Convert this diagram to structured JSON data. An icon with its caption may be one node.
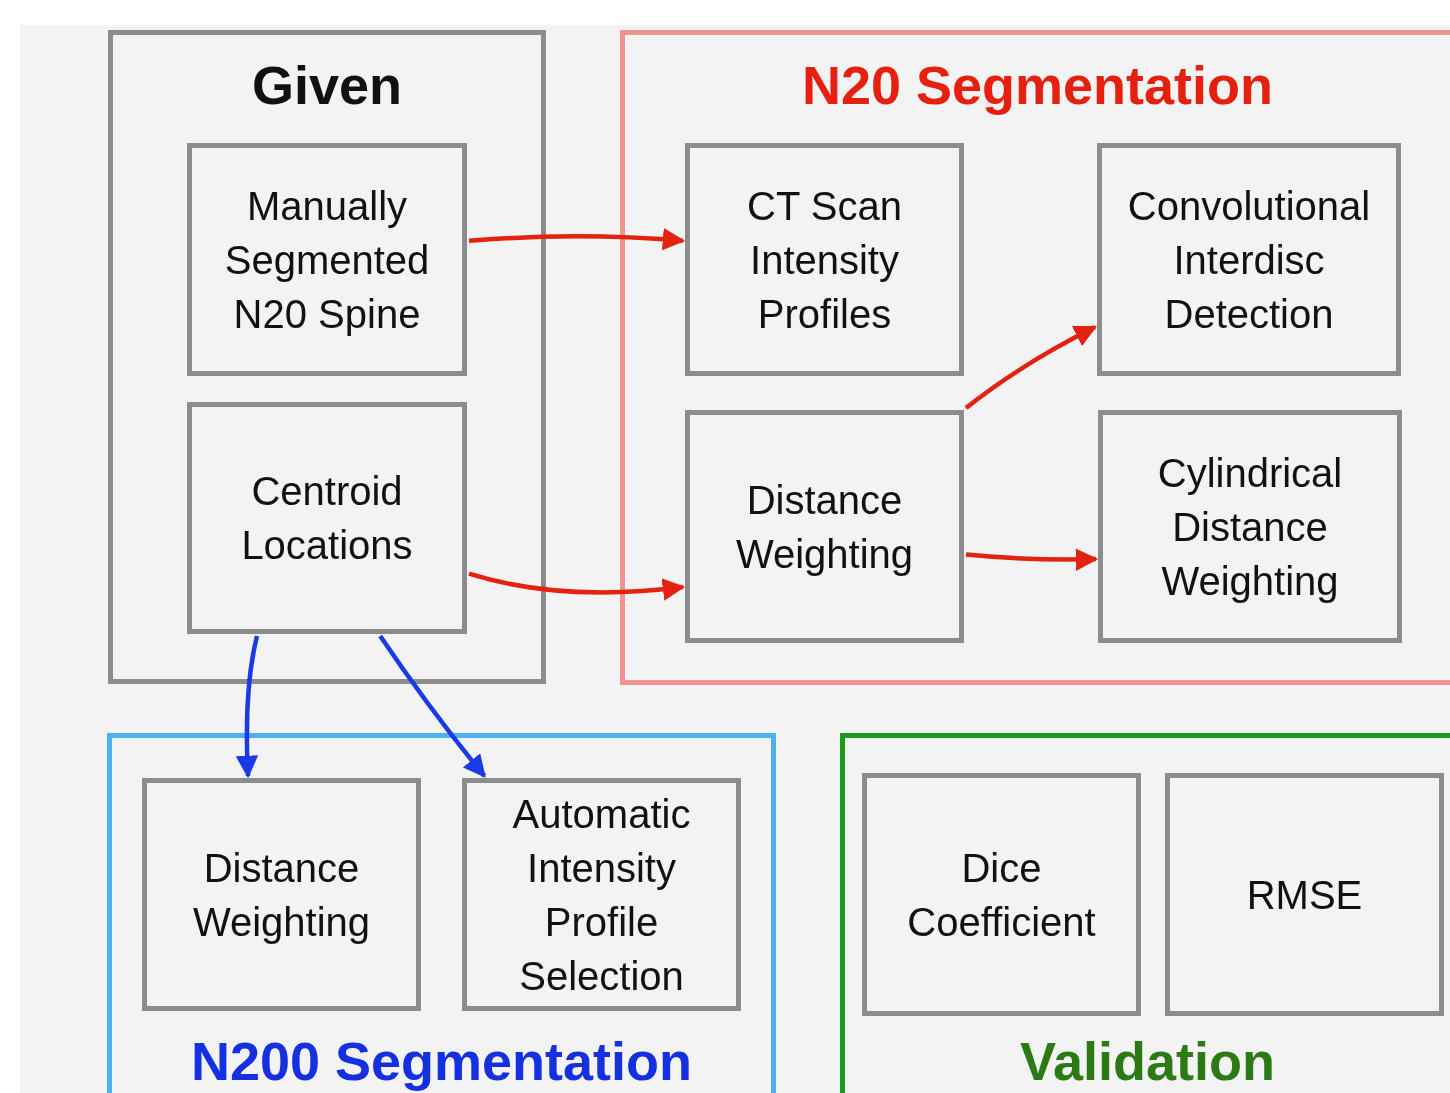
{
  "diagram": {
    "nodes": [
      {
        "text": [
          "Given"
        ]
      },
      {
        "text": [
          "Manually Segmented N20 Spine"
        ],
        "in": 0
      },
      {
        "text": [
          "Centroid Locations"
        ],
        "in": 0
      },
      {
        "text": [
          "N20 Segmentation"
        ]
      },
      {
        "text": [
          "CT Scan Intensity Profiles"
        ],
        "in": 3
      },
      {
        "text": [
          "Convolutional Interdisc Detection"
        ],
        "in": 3
      },
      {
        "text": [
          "Distance Weighting"
        ],
        "in": 3
      },
      {
        "text": [
          "Cylindrical Distance Weighting"
        ],
        "in": 3
      },
      {
        "text": [
          "N200 Segmentation"
        ]
      },
      {
        "text": [
          "Distance Weighting"
        ],
        "in": 8
      },
      {
        "text": [
          "Automatic Intensity Profile Selection"
        ],
        "in": 8
      },
      {
        "text": [
          "Validation"
        ]
      },
      {
        "text": [
          "Dice Coefficient"
        ],
        "in": 11
      },
      {
        "text": [
          "RMSE"
        ],
        "in": 11
      }
    ],
    "edges": [
      {
        "from": 1,
        "to": 4,
        "arrow": "to"
      },
      {
        "from": 2,
        "to": 6,
        "arrow": "to"
      },
      {
        "from": 6,
        "to": 5,
        "arrow": "to"
      },
      {
        "from": 6,
        "to": 7,
        "arrow": "to"
      },
      {
        "from": 2,
        "to": 9,
        "arrow": "to",
        "color": "#1a3ae6"
      },
      {
        "from": 2,
        "to": 10,
        "arrow": "to",
        "color": "#1a3ae6"
      }
    ]
  }
}
